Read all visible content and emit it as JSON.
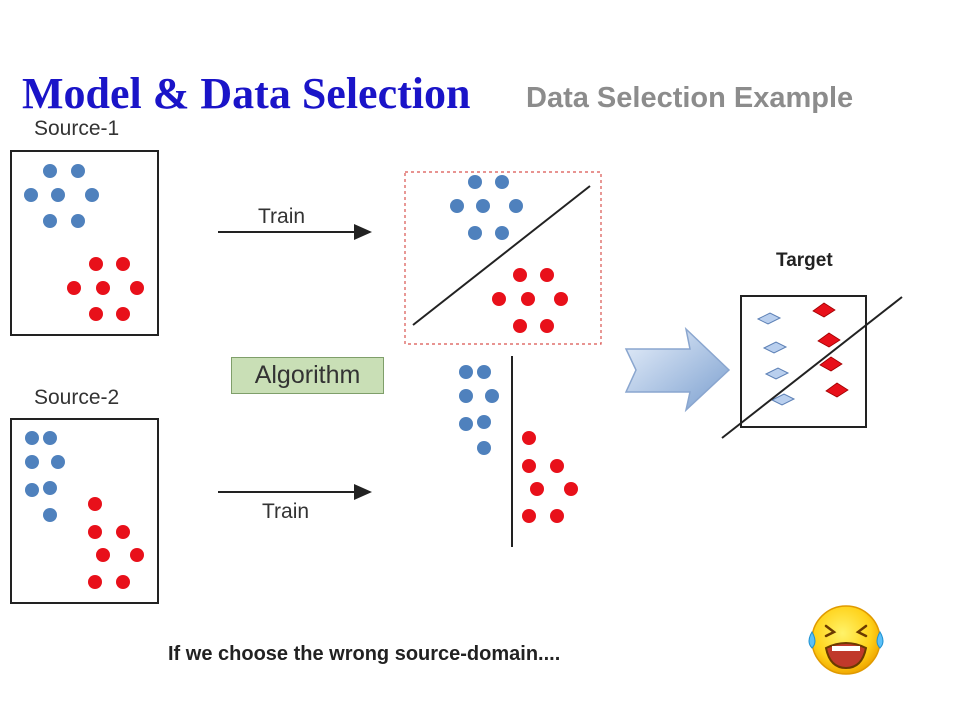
{
  "slide": {
    "title": "Model & Data Selection",
    "subtitle": "Data Selection Example"
  },
  "diagram": {
    "source1_label": "Source-1",
    "source2_label": "Source-2",
    "train_label_1": "Train",
    "train_label_2": "Train",
    "algorithm_label": "Algorithm",
    "target_label": "Target",
    "caption": "If we choose the wrong source-domain...."
  },
  "colors": {
    "title": "#1a14c8",
    "subtitle": "#8c8c8c",
    "blue_point": "#4f81bd",
    "red_point": "#e8101a",
    "algorithm_fill": "#c9dfb6",
    "highlight_border": "#d9534f"
  },
  "icons": {
    "crying_face": "crying-face-icon",
    "big_arrow": "block-arrow-icon"
  }
}
